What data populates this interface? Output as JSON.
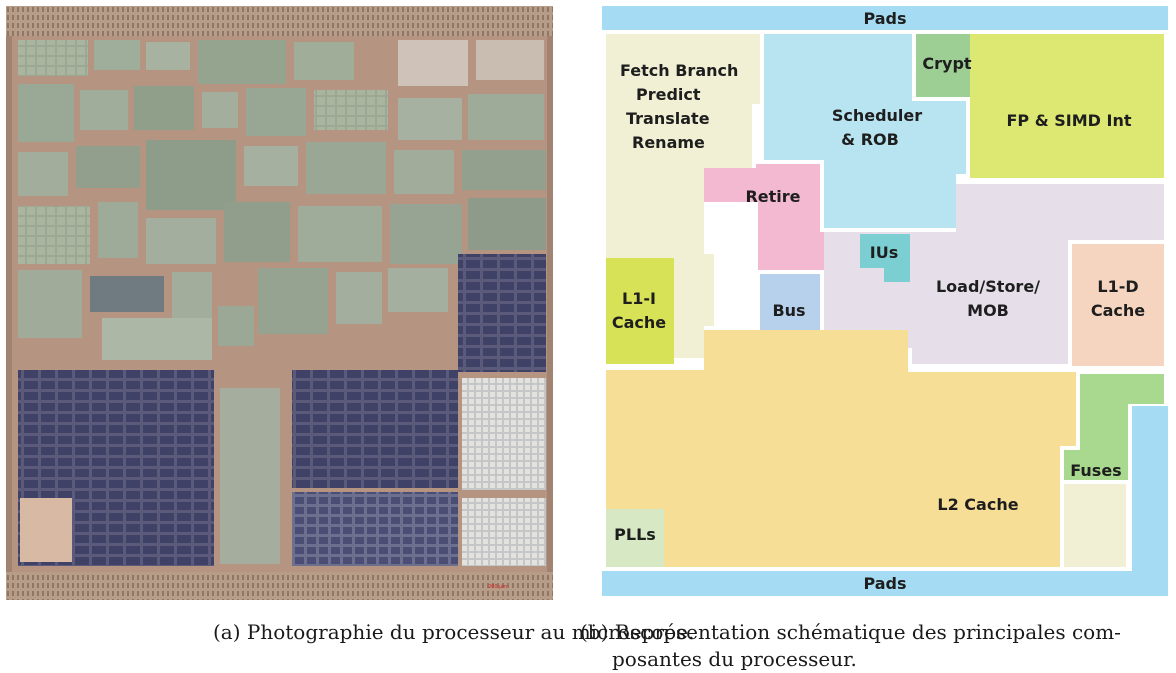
{
  "photo": {
    "scale_label": "200 µm"
  },
  "schematic": {
    "pads_top": "Pads",
    "pads_bottom": "Pads",
    "fetch": [
      "Fetch Branch",
      "Predict",
      "Translate",
      "Rename"
    ],
    "crypt": "Crypt",
    "scheduler": [
      "Scheduler",
      "& ROB"
    ],
    "fp": "FP & SIMD Int",
    "retire": "Retire",
    "ius": "IUs",
    "l1i": [
      "L1-I",
      "Cache"
    ],
    "bus": "Bus",
    "loadstore": [
      "Load/Store/",
      "MOB"
    ],
    "l1d": [
      "L1-D",
      "Cache"
    ],
    "l2": "L2 Cache",
    "fuses": "Fuses",
    "plls": "PLLs"
  },
  "captions": {
    "a": "(a) Photographie du processeur au microscope.",
    "b_line1": "(b) Représentation schématique des principales com-",
    "b_line2": "posantes du processeur."
  },
  "colors": {
    "pads": "#a6dcf3",
    "fetch": "#f1f0d4",
    "crypt": "#9dcf95",
    "scheduler": "#b8e3f0",
    "fp": "#dde873",
    "retire": "#f2b9d0",
    "ius": "#7bcfd3",
    "l1i": "#d8e256",
    "bus": "#b7d1ec",
    "loadstore": "#e6dfea",
    "l1d": "#f6d5c0",
    "l2": "#f7de96",
    "fuses": "#a9d98f",
    "plls": "#d6e8c4",
    "spare": "#f1f0d4"
  }
}
